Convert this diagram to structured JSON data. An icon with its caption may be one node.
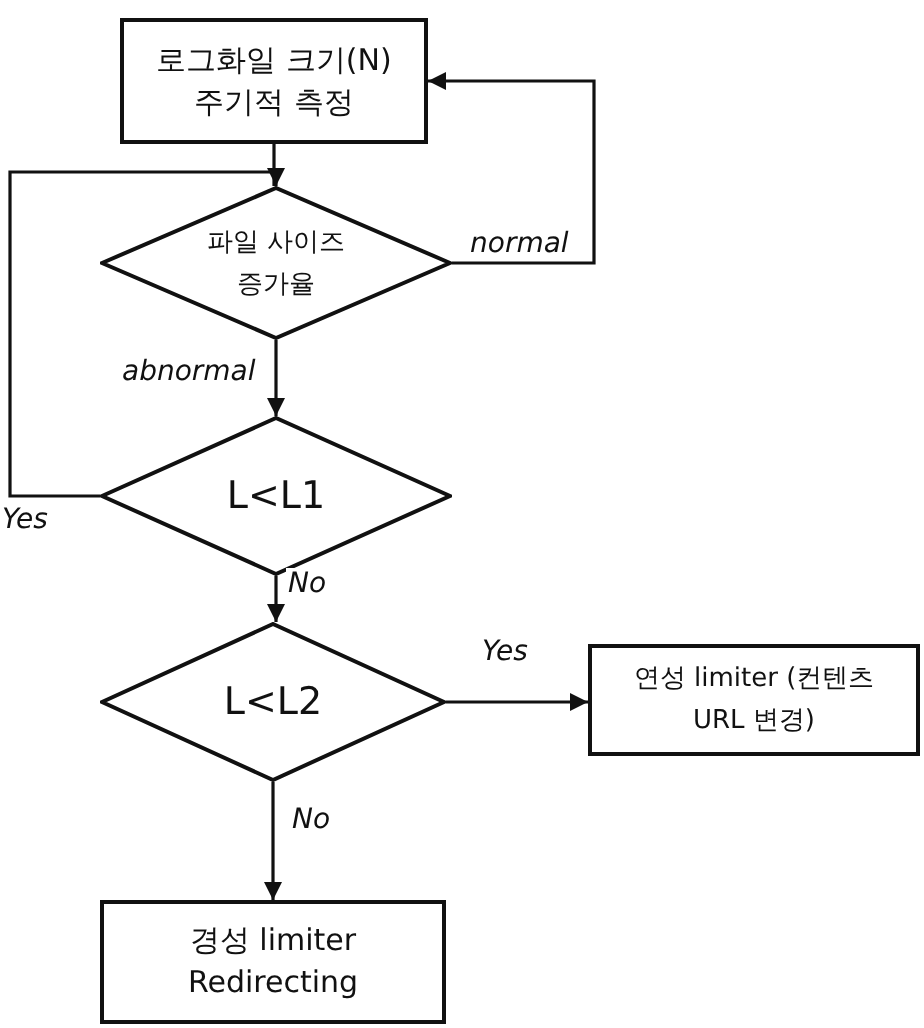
{
  "diagram": {
    "nodes": [
      {
        "text": [
          "로그화일 크기(N) 주기적 측정"
        ]
      },
      {
        "text": [
          "파일 사이즈 증가율"
        ]
      },
      {
        "text": [
          "L<L1"
        ]
      },
      {
        "text": [
          "L<L2"
        ]
      },
      {
        "text": [
          "연성 limiter (컨텐츠 URL 변경)"
        ]
      },
      {
        "text": [
          "경성 limiter Redirecting"
        ]
      }
    ],
    "edges": [
      {
        "from": 0,
        "to": 1,
        "arrow": "none"
      },
      {
        "from": 1,
        "to": 0,
        "arrow": "to",
        "label": "normal"
      },
      {
        "from": 1,
        "to": 2,
        "arrow": "to",
        "label": "abnormal"
      },
      {
        "from": 2,
        "to": 1,
        "arrow": "to",
        "label": "Yes"
      },
      {
        "from": 2,
        "to": 3,
        "arrow": "to",
        "label": "No"
      },
      {
        "from": 3,
        "to": 4,
        "arrow": "to",
        "label": "Yes"
      },
      {
        "from": 3,
        "to": 5,
        "arrow": "to",
        "label": "No"
      }
    ]
  }
}
